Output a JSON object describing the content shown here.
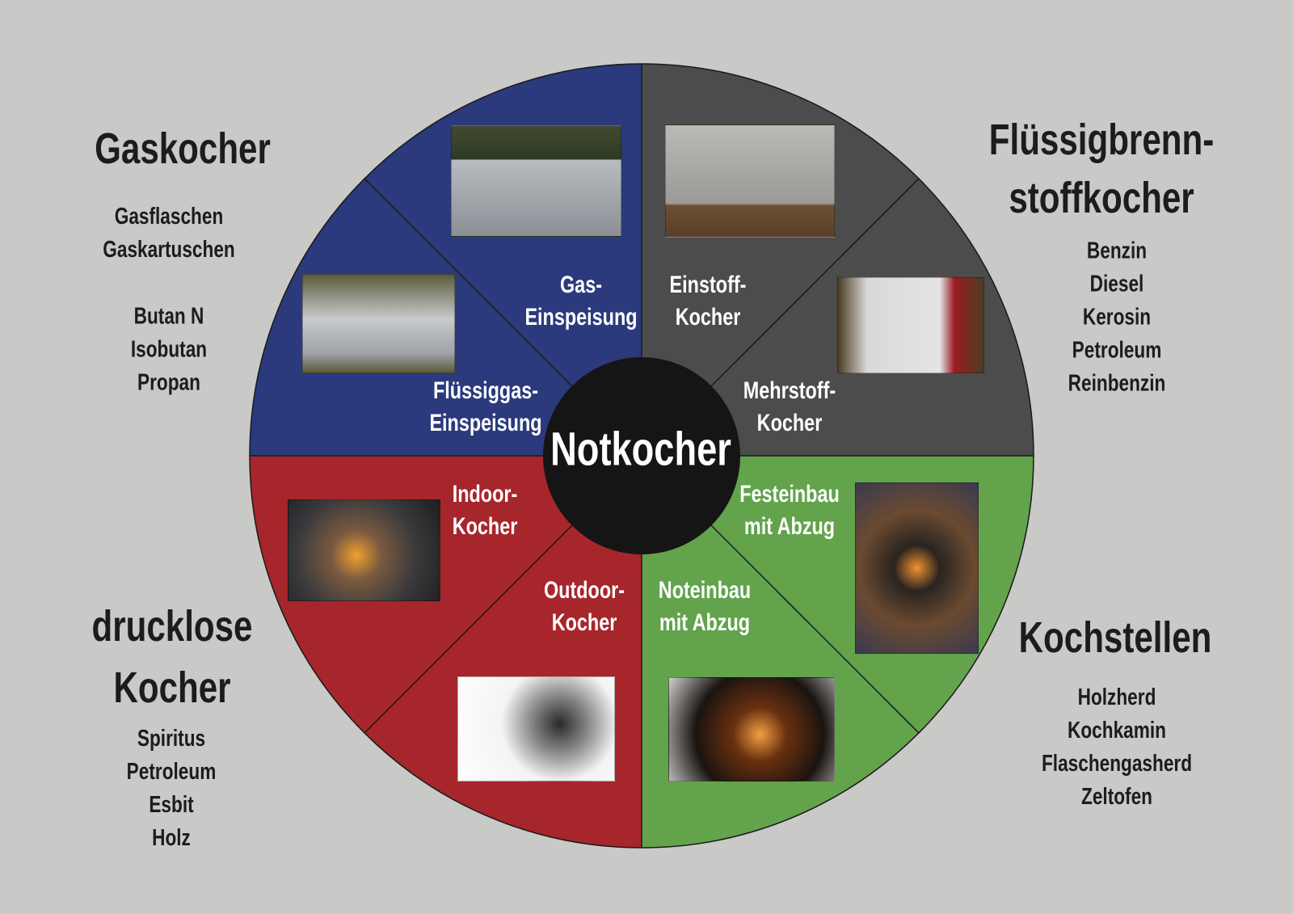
{
  "center_label": "Notkocher",
  "colors": {
    "background": "#c9c9c7",
    "gas": "#2b3a7d",
    "liquid": "#4c4c4c",
    "kochstellen": "#62a34c",
    "drucklos": "#a6262b",
    "center": "#151515"
  },
  "segments": {
    "gas_einspeisung": [
      "Gas-",
      "Einspeisung"
    ],
    "fluessiggas_einspeisung": [
      "Flüssiggas-",
      "Einspeisung"
    ],
    "einstoff": [
      "Einstoff-",
      "Kocher"
    ],
    "mehrstoff": [
      "Mehrstoff-",
      "Kocher"
    ],
    "festeinbau": [
      "Festeinbau",
      "mit Abzug"
    ],
    "noteinbau": [
      "Noteinbau",
      "mit Abzug"
    ],
    "outdoor": [
      "Outdoor-",
      "Kocher"
    ],
    "indoor": [
      "Indoor-",
      "Kocher"
    ]
  },
  "categories": {
    "gaskocher": {
      "title": [
        "Gaskocher"
      ],
      "items": [
        "Gasflaschen",
        "Gaskartuschen"
      ],
      "items2": [
        "Butan N",
        "Isobutan",
        "Propan"
      ]
    },
    "fluessig": {
      "title": [
        "Flüssigbrenn-",
        "stoffkocher"
      ],
      "items": [
        "Benzin",
        "Diesel",
        "Kerosin",
        "Petroleum",
        "Reinbenzin"
      ]
    },
    "drucklos": {
      "title": [
        "drucklose",
        "Kocher"
      ],
      "items": [
        "Spiritus",
        "Petroleum",
        "Esbit",
        "Holz"
      ]
    },
    "kochstellen": {
      "title": [
        "Kochstellen"
      ],
      "items": [
        "Holzherd",
        "Kochkamin",
        "Flaschengasherd",
        "Zeltofen"
      ]
    }
  }
}
